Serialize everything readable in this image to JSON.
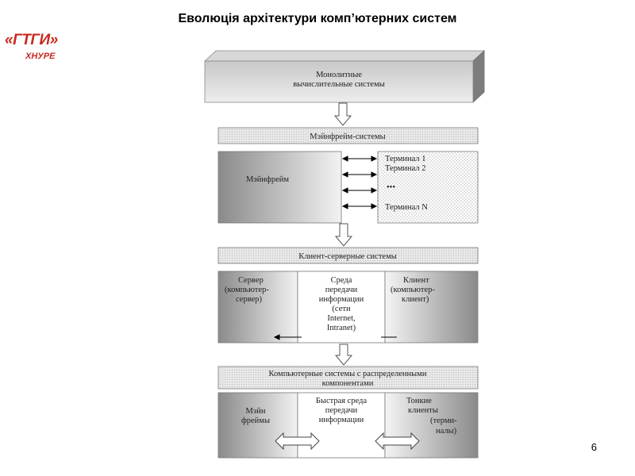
{
  "slide": {
    "title": "Еволюція архітектури комп’ютерних систем",
    "page_number": "6"
  },
  "logo": {
    "top": "ГТГИ",
    "bottom": "ХНУРЕ"
  },
  "diagram": {
    "monolithic": [
      "Монолитные",
      "вычислительные системы"
    ],
    "mainframe_header": "Мэйнфрейм-системы",
    "mainframe_box": "Мэйнфрейм",
    "terminals": [
      "Терминал 1",
      "Терминал 2",
      "•••",
      "Терминал N"
    ],
    "client_server_header": "Клиент-серверные системы",
    "server": [
      "Сервер",
      "(компьютер-",
      "сервер)"
    ],
    "medium": [
      "Среда",
      "передачи",
      "информации",
      "(сети",
      "Internet,",
      "Intranet)"
    ],
    "client": [
      "Клиент",
      "(компьютер-",
      "клиент)"
    ],
    "distributed_header": [
      "Компьютерные системы с распределенными",
      "компонентами"
    ],
    "mainframes": [
      "Мэйн",
      "фреймы"
    ],
    "fast_medium": [
      "Быстрая среда",
      "передачи",
      "информации"
    ],
    "thin_clients": [
      "Тонкие",
      "клиенты",
      "(терми-",
      "налы)"
    ]
  }
}
